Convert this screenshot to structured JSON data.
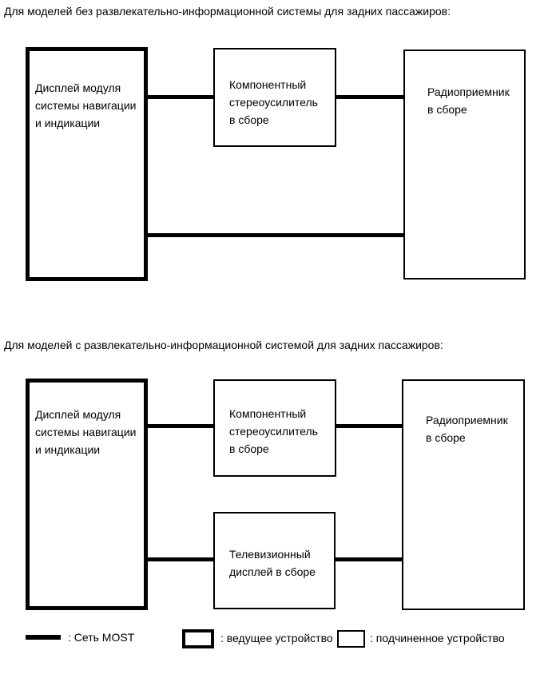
{
  "colors": {
    "background": "#ffffff",
    "line": "#000000",
    "text": "#000000"
  },
  "section_without_rse": {
    "title": "Для моделей без развлекательно-информационной системы для задних пассажиров:",
    "nodes": {
      "display_module": "Дисплей модуля\nсистемы навигации\nи индикации",
      "amplifier": "Компонентный\nстереоусилитель\nв сборе",
      "radio": "Радиоприемник\nв сборе"
    }
  },
  "section_with_rse": {
    "title": "Для моделей с развлекательно-информационной системой для задних пассажиров:",
    "nodes": {
      "display_module": "Дисплей модуля\nсистемы навигации\nи индикации",
      "amplifier": "Компонентный\nстереоусилитель\nв сборе",
      "tv_display": "Телевизионный\nдисплей в сборе",
      "radio": "Радиоприемник\nв сборе"
    }
  },
  "legend": {
    "most": ": Сеть MOST",
    "master": ": ведущее устройство",
    "slave": ": подчиненное устройство"
  }
}
